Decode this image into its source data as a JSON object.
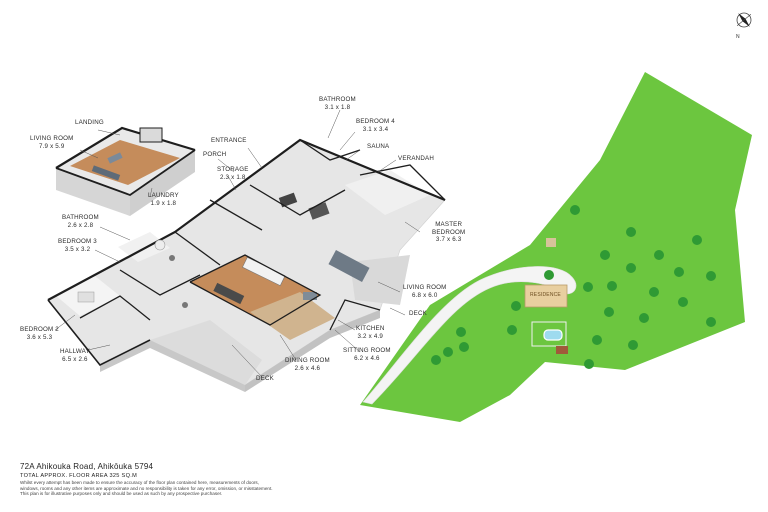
{
  "rooms": [
    {
      "key": "landing",
      "name": "LANDING",
      "dims": ""
    },
    {
      "key": "living-room-upper",
      "name": "LIVING ROOM",
      "dims": "7.9 x 5.9"
    },
    {
      "key": "laundry",
      "name": "LAUNDRY",
      "dims": "1.9 x 1.8"
    },
    {
      "key": "bathroom-1",
      "name": "BATHROOM",
      "dims": "2.6 x 2.8"
    },
    {
      "key": "bedroom-3",
      "name": "BEDROOM 3",
      "dims": "3.5 x 3.2"
    },
    {
      "key": "bedroom-2",
      "name": "BEDROOM 2",
      "dims": "3.6 x 5.3"
    },
    {
      "key": "hallway",
      "name": "HALLWAY",
      "dims": "6.5 x 2.6"
    },
    {
      "key": "storage",
      "name": "STORAGE",
      "dims": "2.3 x 1.8"
    },
    {
      "key": "porch",
      "name": "PORCH",
      "dims": ""
    },
    {
      "key": "entrance",
      "name": "ENTRANCE",
      "dims": ""
    },
    {
      "key": "bathroom-2",
      "name": "BATHROOM",
      "dims": "3.1 x 1.8"
    },
    {
      "key": "bedroom-4",
      "name": "BEDROOM 4",
      "dims": "3.1 x 3.4"
    },
    {
      "key": "sauna",
      "name": "SAUNA",
      "dims": ""
    },
    {
      "key": "verandah",
      "name": "VERANDAH",
      "dims": ""
    },
    {
      "key": "master-bedroom",
      "name": "MASTER\nBEDROOM",
      "dims": "3.7 x 6.3"
    },
    {
      "key": "living-room",
      "name": "LIVING ROOM",
      "dims": "6.8 x 6.0"
    },
    {
      "key": "deck-right",
      "name": "DECK",
      "dims": ""
    },
    {
      "key": "kitchen",
      "name": "KITCHEN",
      "dims": "3.2 x 4.9"
    },
    {
      "key": "sitting-room",
      "name": "SITTING ROOM",
      "dims": "6.2 x 4.6"
    },
    {
      "key": "dining-room",
      "name": "DINING ROOM",
      "dims": "2.6 x 4.6"
    },
    {
      "key": "deck-bottom",
      "name": "DECK",
      "dims": ""
    }
  ],
  "site": {
    "residence_label": "RESIDENCE",
    "lawn_color": "#6cc63f",
    "tree_color": "#2f9a34",
    "drive_color": "#f4f4f4"
  },
  "compass": {
    "label": "N"
  },
  "footer": {
    "address": "72A Ahikouka Road, Ahikōuka 5794",
    "area": "TOTAL APPROX. FLOOR AREA 325 SQ.M",
    "disclaimer": "Whilst every attempt has been made to ensure the accuracy of the floor plan contained here, measurements of doors,\nwindows, rooms and any other items are approximate and no responsibility is taken for any error, omission, or misstatement.\nThis plan is for illustrative purposes only and should be used as such by any prospective purchaser."
  }
}
